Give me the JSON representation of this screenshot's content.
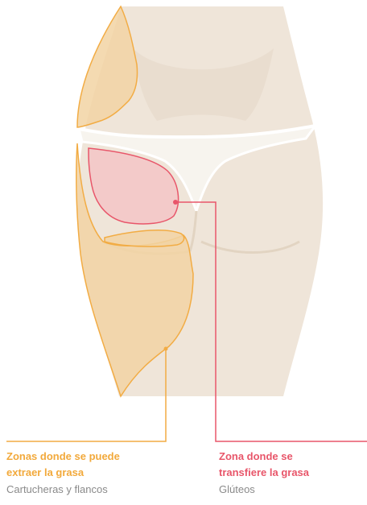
{
  "colors": {
    "skin": "#efe5d9",
    "skin_shadow": "#e6d9c9",
    "underwear": "#ffffff",
    "donor_fill": "#f2d3a3",
    "donor_stroke": "#f2ac44",
    "donor_text": "#f2a93b",
    "recipient_fill": "#f3c6c6",
    "recipient_stroke": "#e8566a",
    "recipient_text": "#e8566a",
    "subtitle_text": "#8a8a8a"
  },
  "donor": {
    "title_line1": "Zonas donde se puede",
    "title_line2": "extraer la grasa",
    "subtitle": "Cartucheras y flancos"
  },
  "recipient": {
    "title_line1": "Zona donde se",
    "title_line2": "transfiere la grasa",
    "subtitle": "Glúteos"
  }
}
